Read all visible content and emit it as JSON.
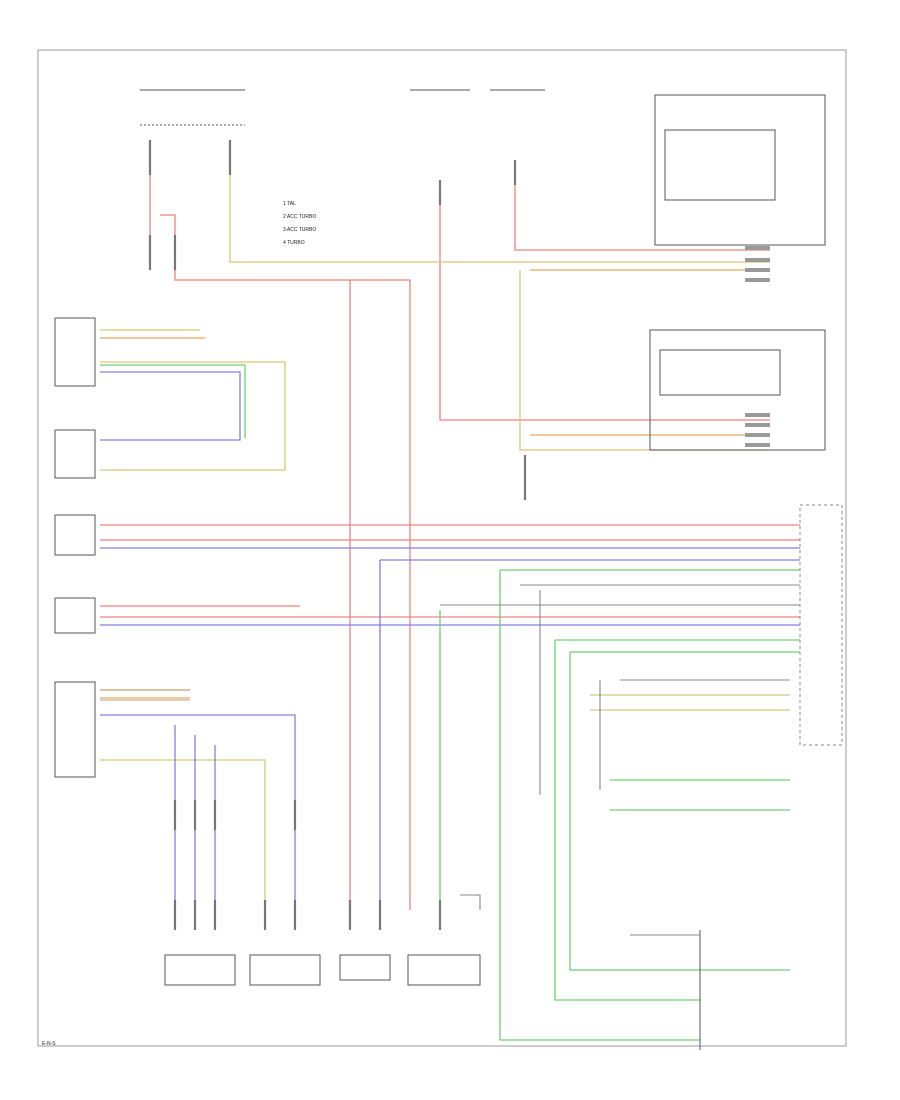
{
  "legend": {
    "items": [
      "1 TAL",
      "2 ACC TURBO",
      "3 ACC TURBO",
      "4 TURBO"
    ]
  },
  "footer": {
    "code": "E-N-S"
  }
}
